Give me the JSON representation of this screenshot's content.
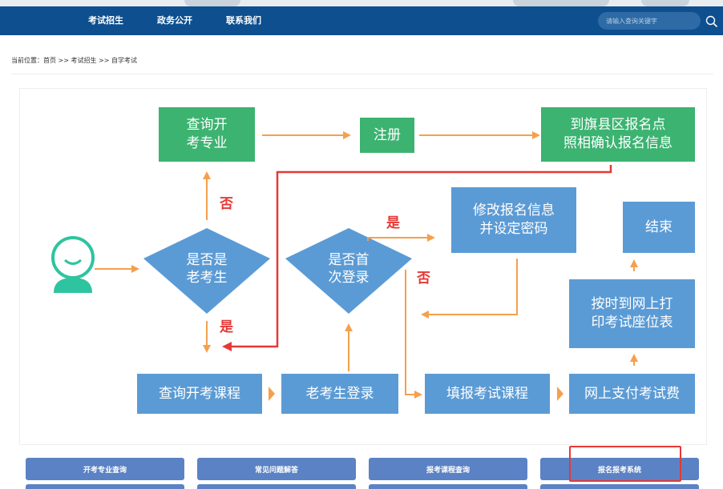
{
  "nav": {
    "items": [
      {
        "label": "考试招生"
      },
      {
        "label": "政务公开"
      },
      {
        "label": "联系我们"
      }
    ],
    "search_placeholder": "请输入查询关键字"
  },
  "breadcrumb": "当前位置：首页 >> 考试招生 >> 自学考试",
  "flow": {
    "query_major": "查询开\n考专业",
    "register": "注册",
    "confirm_info": "到旗县区报名点\n照相确认报名信息",
    "is_old_student": "是否是\n老考生",
    "is_first_login": "是否首\n次登录",
    "modify_info": "修改报名信息\n并设定密码",
    "end": "结束",
    "print_seat": "按时到网上打\n印考试座位表",
    "query_course": "查询开考课程",
    "old_login": "老考生登录",
    "fill_course": "填报考试课程",
    "pay_fee": "网上支付考试费",
    "label_no_1": "否",
    "label_yes_1": "是",
    "label_yes_2": "是",
    "label_no_2": "否"
  },
  "buttons": [
    {
      "label": "开考专业查询"
    },
    {
      "label": "常见问题解答"
    },
    {
      "label": "报考课程查询"
    },
    {
      "label": "报名报考系统"
    }
  ],
  "colors": {
    "nav_bg": "#0d4f8f",
    "green": "#3cb371",
    "blue": "#5b9bd5",
    "arrow_orange": "#f5a04c",
    "line_red": "#e53935",
    "button_bg": "#5b82c4"
  }
}
